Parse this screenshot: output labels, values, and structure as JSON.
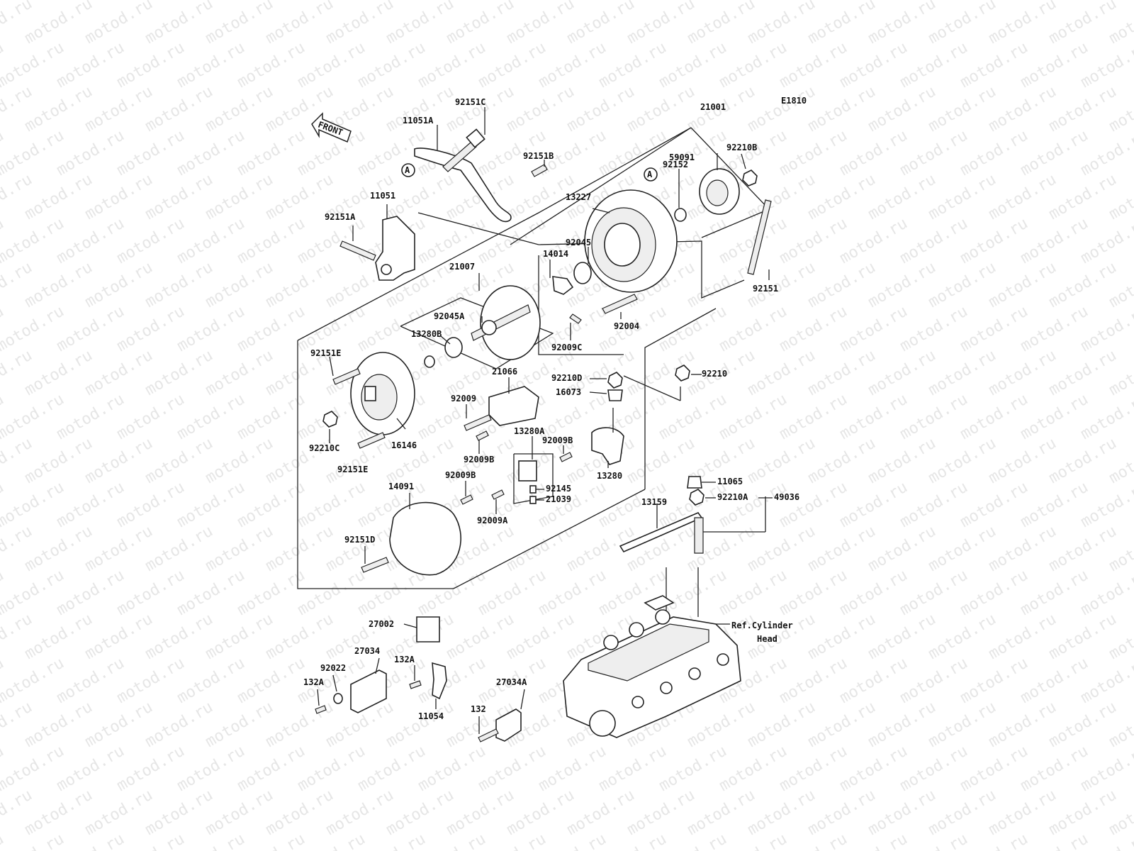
{
  "diagram": {
    "code": "E1810",
    "front_label": "FRONT",
    "watermark": "motod.ru",
    "ref_label_line1": "Ref.Cylinder",
    "ref_label_line2": "Head",
    "callout_marker": "A"
  },
  "parts": [
    "21001",
    "92151C",
    "11051A",
    "92151B",
    "92210B",
    "59091",
    "92152",
    "13227",
    "11051",
    "92151A",
    "92045",
    "14014",
    "92151",
    "21007",
    "92045A",
    "13280B",
    "92004",
    "92009C",
    "92151E",
    "92210D",
    "92210",
    "21066",
    "16073",
    "92009",
    "92210C",
    "16146",
    "13280A",
    "92009B",
    "92145",
    "21039",
    "92009A",
    "13280",
    "14091",
    "92151D",
    "11065",
    "92210A",
    "49036",
    "13159",
    "27002",
    "27034",
    "92022",
    "132A",
    "11054",
    "27034A",
    "132"
  ]
}
